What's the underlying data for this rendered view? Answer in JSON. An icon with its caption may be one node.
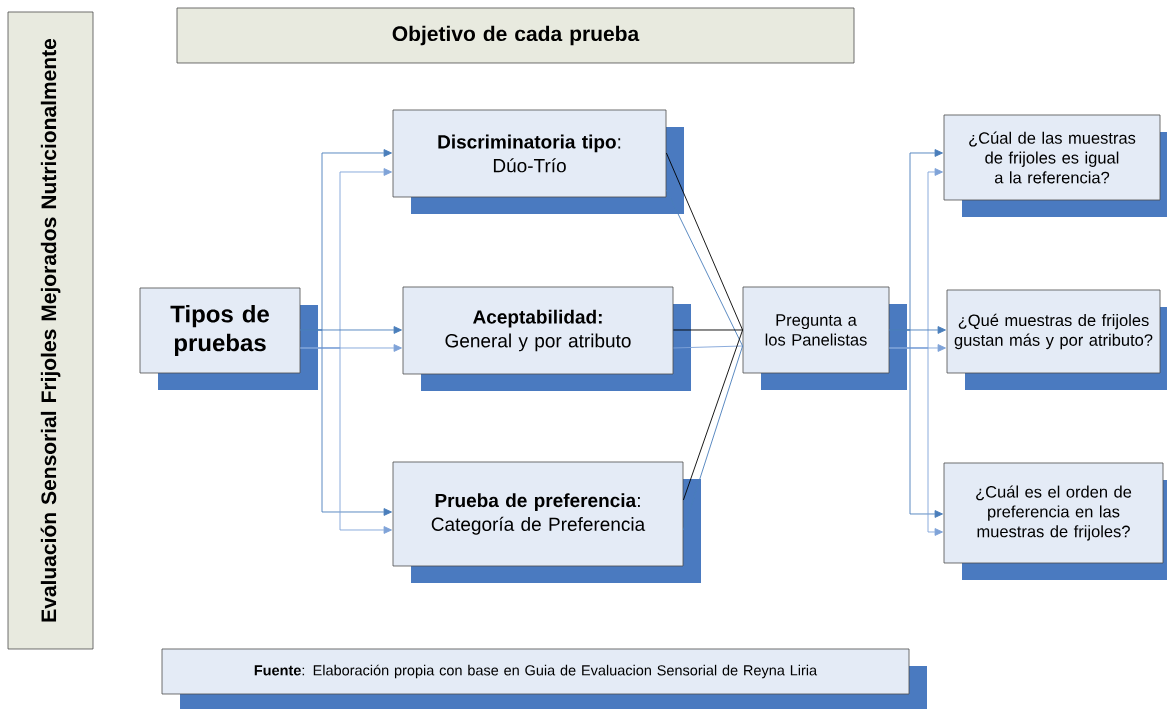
{
  "diagram": {
    "nodes": [
      {
        "text": [
          "Evaluación Sensorial Frijoles Mejorados Nutricionalmente"
        ]
      },
      {
        "text": [
          "Objetivo de cada prueba"
        ]
      },
      {
        "text": [
          "Tipos de pruebas"
        ]
      },
      {
        "text": [
          "**Discriminatoria tipo**:",
          "Dúo-Trío"
        ]
      },
      {
        "text": [
          "**Aceptabilidad:**",
          "General y por atributo"
        ]
      },
      {
        "text": [
          "**Prueba de preferencia**:",
          "Categoría de Preferencia"
        ]
      },
      {
        "text": [
          "Pregunta a los Panelistas"
        ]
      },
      {
        "text": [
          "¿Cúal de las muestras de frijoles es igual a la referencia?"
        ]
      },
      {
        "text": [
          "¿Qué muestras de frijoles gustan más y por atributo?"
        ]
      },
      {
        "text": [
          "¿Cuál es el orden de preferencia en las muestras de frijoles?"
        ]
      },
      {
        "text": [
          "**Fuente**: Elaboración propia con base en Guia de Evaluacion Sensorial de Reyna Liria"
        ]
      }
    ],
    "edges": [
      {
        "from": 2,
        "to": 3,
        "arrow": "to"
      },
      {
        "from": 2,
        "to": 3,
        "arrow": "to",
        "color": "#7fa3d8"
      },
      {
        "from": 2,
        "to": 4,
        "arrow": "to"
      },
      {
        "from": 2,
        "to": 4,
        "arrow": "to",
        "color": "#7fa3d8"
      },
      {
        "from": 2,
        "to": 5,
        "arrow": "to"
      },
      {
        "from": 2,
        "to": 5,
        "arrow": "to",
        "color": "#7fa3d8"
      },
      {
        "from": 3,
        "to": 6,
        "arrow": "none",
        "color": "#000000"
      },
      {
        "from": 3,
        "to": 6,
        "arrow": "none"
      },
      {
        "from": 4,
        "to": 6,
        "arrow": "none",
        "color": "#000000"
      },
      {
        "from": 4,
        "to": 6,
        "arrow": "none",
        "color": "#7fa3d8"
      },
      {
        "from": 5,
        "to": 6,
        "arrow": "none",
        "color": "#000000"
      },
      {
        "from": 5,
        "to": 6,
        "arrow": "none"
      },
      {
        "from": 6,
        "to": 7,
        "arrow": "to"
      },
      {
        "from": 6,
        "to": 7,
        "arrow": "to",
        "color": "#7fa3d8"
      },
      {
        "from": 6,
        "to": 8,
        "arrow": "to"
      },
      {
        "from": 6,
        "to": 8,
        "arrow": "to",
        "color": "#7fa3d8"
      },
      {
        "from": 6,
        "to": 9,
        "arrow": "to"
      },
      {
        "from": 6,
        "to": 9,
        "arrow": "to",
        "color": "#7fa3d8"
      }
    ]
  }
}
